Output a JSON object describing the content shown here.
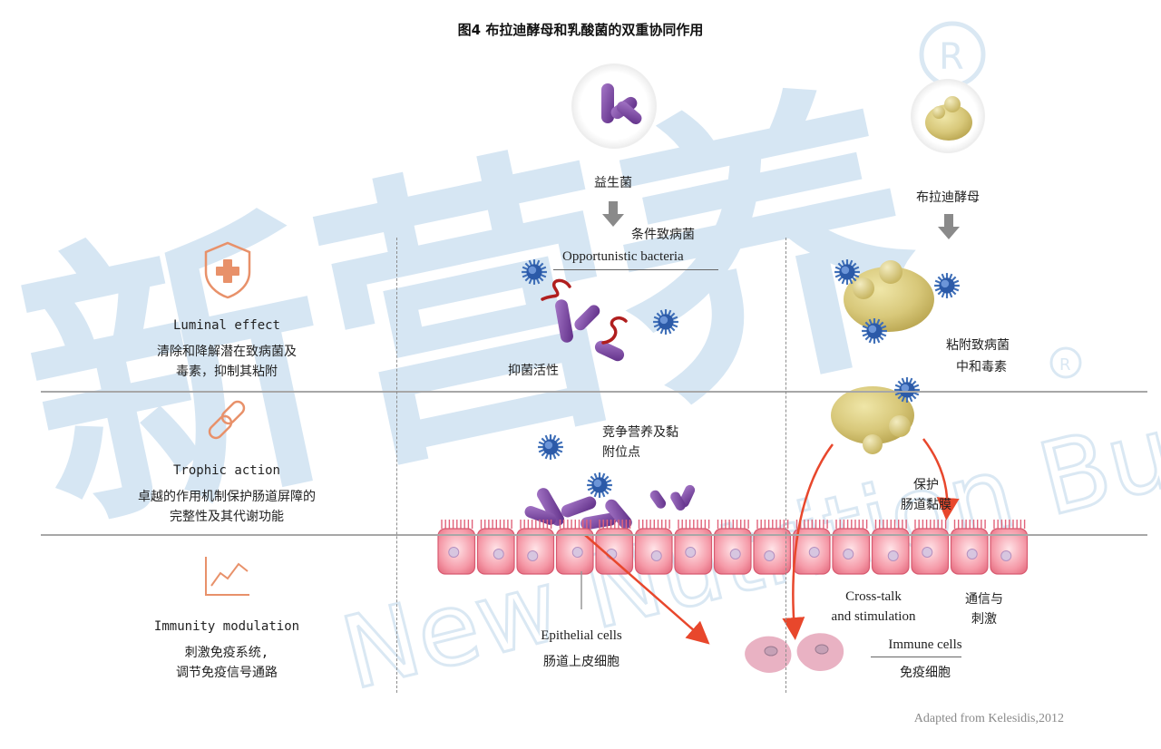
{
  "title": "图4 布拉迪酵母和乳酸菌的双重协同作用",
  "watermark": {
    "chars": "新营养",
    "registered_mark": "®",
    "english": "New Nutrition Business",
    "color": "#cfe2f2"
  },
  "colors": {
    "probiotic": "#7b3fa0",
    "yeast": "#d4c67a",
    "pathogen": "#3f6fb8",
    "arrow": "#e8472c",
    "epithelium": "#ef8a99",
    "icon_outline": "#e8916a"
  },
  "rows": [
    {
      "icon": "shield-plus-icon",
      "title_en": "Luminal effect",
      "desc_cn": [
        "清除和降解潜在致病菌及",
        "毒素，抑制其粘附"
      ]
    },
    {
      "icon": "chain-link-icon",
      "title_en": "Trophic action",
      "desc_cn": [
        "卓越的作用机制保护肠道屏障的",
        "完整性及其代谢功能"
      ]
    },
    {
      "icon": "trend-line-icon",
      "title_en": "Immunity modulation",
      "desc_cn": [
        "刺激免疫系统,",
        "调节免疫信号通路"
      ]
    }
  ],
  "labels": {
    "probiotic": "益生菌",
    "yeast": "布拉迪酵母",
    "opportunistic_cn": "条件致病菌",
    "opportunistic_en": "Opportunistic bacteria",
    "antibacterial": "抑菌活性",
    "adhere_pathogen": "粘附致病菌",
    "neutralize_toxin": "中和毒素",
    "compete": [
      "竞争营养及黏",
      "附位点"
    ],
    "protect": [
      "保护",
      "肠道黏膜"
    ],
    "crosstalk_en": [
      "Cross-talk",
      "and stimulation"
    ],
    "crosstalk_cn": [
      "通信与",
      "刺激"
    ],
    "epithelial_en": "Epithelial cells",
    "epithelial_cn": "肠道上皮细胞",
    "immune_en": "Immune cells",
    "immune_cn": "免疫细胞"
  },
  "credit": "Adapted from Kelesidis,2012"
}
